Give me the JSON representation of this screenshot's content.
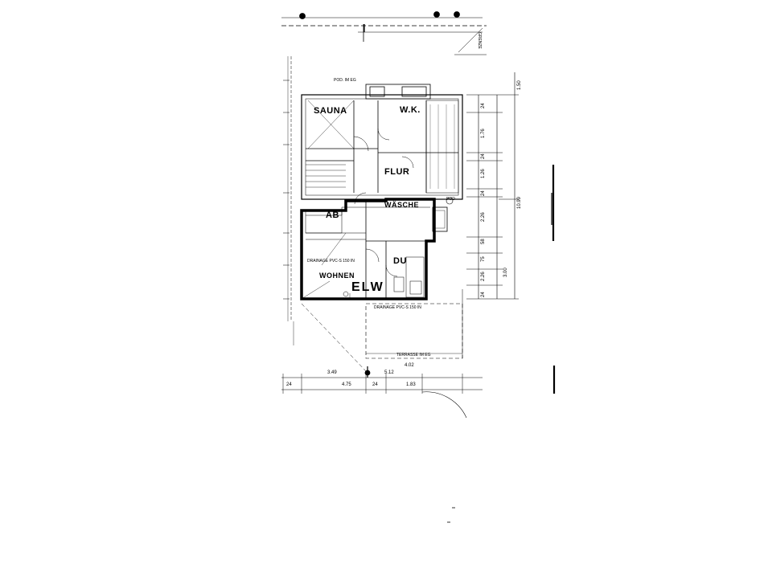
{
  "rooms": {
    "sauna": "SAUNA",
    "wk": "W.K.",
    "flur": "FLUR",
    "waesche": "WÄSCHE",
    "ab": "AB",
    "wohnen": "WOHNEN",
    "du": "DU",
    "elw": "ELW"
  },
  "labels": {
    "terrasse": "TERRASSE IM EG",
    "grenze": "GRENZE",
    "pod": "POD",
    "pod_top": "POD. IM EG",
    "drainage_top": "DRAINAGE PVC-S 150 IN",
    "drainage_bottom": "DRAINAGE PVC-S 150 IN"
  },
  "dimensions_right": [
    "24",
    "1.76",
    "24",
    "1.26",
    "24",
    "2.26",
    "58",
    "75",
    "2.26",
    "24"
  ],
  "dimensions_overall": [
    "1.50",
    "10.99",
    "3.00"
  ],
  "dimensions_bottom": [
    "24",
    "4.75",
    "24",
    "1.83",
    "3.49",
    "5.12",
    "4.02"
  ],
  "colors": {
    "ink": "#000000",
    "paper": "#ffffff"
  }
}
